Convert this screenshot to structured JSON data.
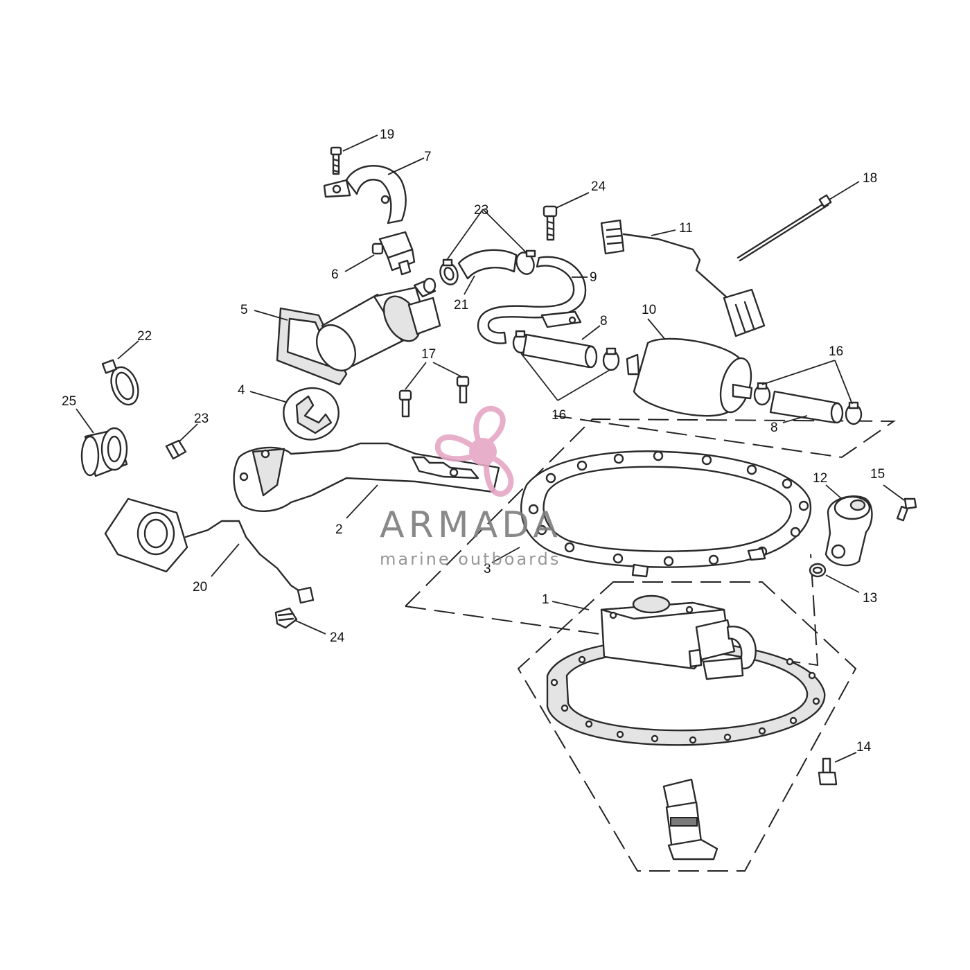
{
  "watermark": {
    "brand": "ARMADA",
    "tagline": "marine outboards",
    "logo_icon": "propeller-icon",
    "accent_color": "#e6a7c6"
  },
  "callouts": {
    "c1": "1",
    "c2": "2",
    "c3": "3",
    "c4": "4",
    "c5": "5",
    "c6": "6",
    "c7": "7",
    "c8a": "8",
    "c8b": "8",
    "c9": "9",
    "c10": "10",
    "c11": "11",
    "c12": "12",
    "c13": "13",
    "c14": "14",
    "c15": "15",
    "c16a": "16",
    "c16b": "16",
    "c17": "17",
    "c18": "18",
    "c19": "19",
    "c20": "20",
    "c21": "21",
    "c22": "22",
    "c23a": "23",
    "c23b": "23",
    "c24a": "24",
    "c24b": "24",
    "c25": "25"
  }
}
